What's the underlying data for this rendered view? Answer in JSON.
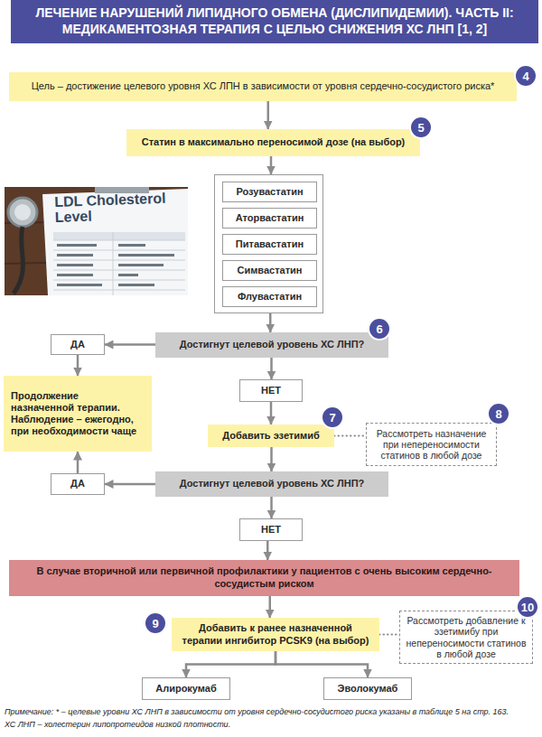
{
  "diagram": {
    "title": "ЛЕЧЕНИЕ НАРУШЕНИЙ ЛИПИДНОГО ОБМЕНА (ДИСЛИПИДЕМИИ). ЧАСТЬ II: МЕДИКАМЕНТОЗНАЯ ТЕРАПИЯ С ЦЕЛЬЮ СНИЖЕНИЯ ХС ЛНП [1, 2]",
    "nodes": [
      {
        "text": [
          "Цель – достижение целевого уровня ХС ЛПН в зависимости от уровня сердечно-сосудистого риска*"
        ]
      },
      {
        "text": [
          "Статин в максимально переносимой дозе (на выбор)"
        ]
      },
      {
        "text": []
      },
      {
        "text": [
          "Розувастатин"
        ],
        "in": 2
      },
      {
        "text": [
          "Аторвастатин"
        ],
        "in": 2
      },
      {
        "text": [
          "Питавастатин"
        ],
        "in": 2
      },
      {
        "text": [
          "Симвастатин"
        ],
        "in": 2
      },
      {
        "text": [
          "Флувастатин"
        ],
        "in": 2
      },
      {
        "text": [
          "Достигнут целевой уровень ХС ЛНП?"
        ]
      },
      {
        "text": [
          "ДА"
        ]
      },
      {
        "text": [
          "Продолжение назначенной терапии. Наблюдение – ежегодно, при необходимости чаще"
        ]
      },
      {
        "text": [
          "НЕТ"
        ]
      },
      {
        "text": [
          "Добавить эзетимиб"
        ]
      },
      {
        "text": [
          "Рассмотреть назначение при непереносимости статинов в любой дозе"
        ]
      },
      {
        "text": [
          "ДА"
        ]
      },
      {
        "text": [
          "Достигнут целевой уровень ХС ЛНП?"
        ]
      },
      {
        "text": [
          "НЕТ"
        ]
      },
      {
        "text": [
          "В случае вторичной или первичной профилактики у пациентов с очень высоким сердечно-сосудистым риском"
        ]
      },
      {
        "text": [
          "Добавить к ранее назначенной терапии ингибитор PCSK9 (на выбор)"
        ]
      },
      {
        "text": [
          "Рассмотреть добавление к эзетимибу при непереносимости статинов в любой дозе"
        ]
      },
      {
        "text": [
          "Алирокумаб"
        ]
      },
      {
        "text": [
          "Эволокумаб"
        ]
      }
    ],
    "edges": [
      {
        "from": 0,
        "to": 1,
        "arrow": "to"
      },
      {
        "from": 1,
        "to": 2,
        "arrow": "to"
      },
      {
        "from": 2,
        "to": 8,
        "arrow": "to"
      },
      {
        "from": 8,
        "to": 9,
        "arrow": "to"
      },
      {
        "from": 9,
        "to": 10,
        "arrow": "to"
      },
      {
        "from": 8,
        "to": 11,
        "arrow": "to"
      },
      {
        "from": 11,
        "to": 12,
        "arrow": "to"
      },
      {
        "from": 12,
        "to": 13,
        "arrow": "none"
      },
      {
        "from": 12,
        "to": 15,
        "arrow": "to"
      },
      {
        "from": 15,
        "to": 14,
        "arrow": "to"
      },
      {
        "from": 14,
        "to": 10,
        "arrow": "to"
      },
      {
        "from": 15,
        "to": 16,
        "arrow": "to"
      },
      {
        "from": 16,
        "to": 17,
        "arrow": "to"
      },
      {
        "from": 17,
        "to": 18,
        "arrow": "to"
      },
      {
        "from": 18,
        "to": 19,
        "arrow": "none"
      },
      {
        "from": 18,
        "to": 20,
        "arrow": "to"
      },
      {
        "from": 18,
        "to": 21,
        "arrow": "to"
      }
    ],
    "labels": [
      "4",
      "5",
      "6",
      "7",
      "8",
      "9",
      "10",
      "LDL Cholesterol Level",
      "Примечание: * – целевые уровни ХС ЛНП в зависимости от уровня сердечно-сосудистого риска указаны в таблице 5 на стр. 163.",
      "ХС ЛНП – холестерин липопротеидов низкой плотности."
    ]
  }
}
